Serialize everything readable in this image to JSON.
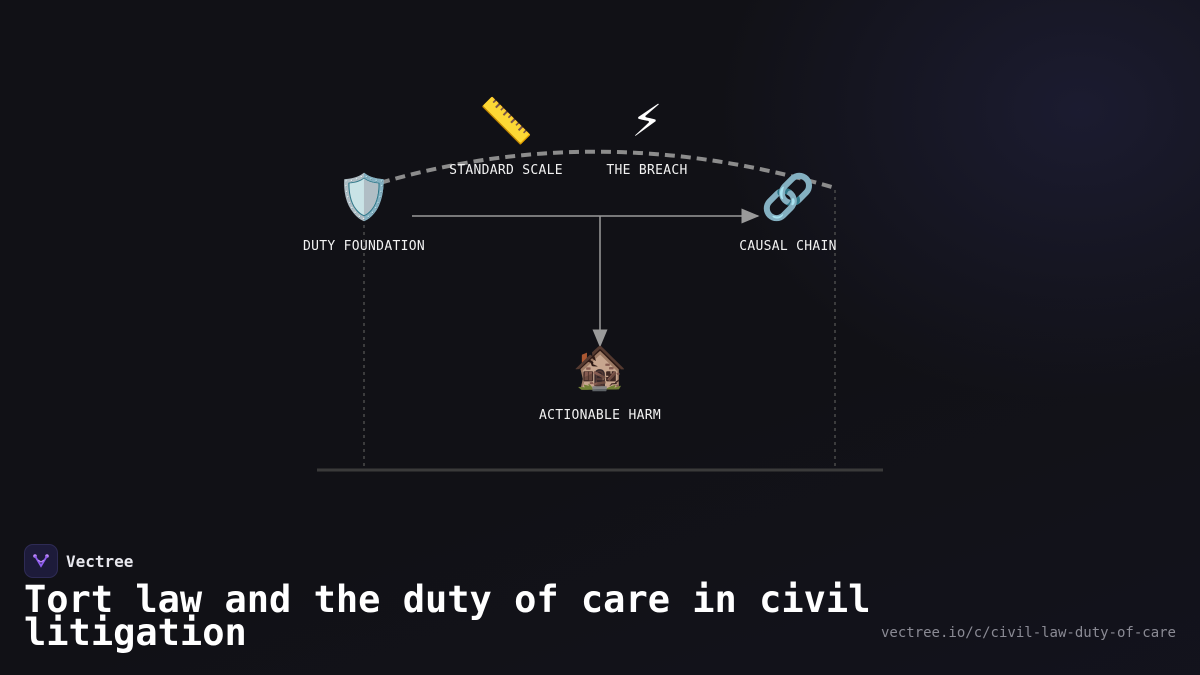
{
  "diagram": {
    "nodes": [
      {
        "id": "duty",
        "icon": "🛡️",
        "icon_name": "shield-icon",
        "label": "DUTY FOUNDATION"
      },
      {
        "id": "standard",
        "icon": "📏",
        "icon_name": "ruler-icon",
        "label": "STANDARD SCALE"
      },
      {
        "id": "breach",
        "icon": "⚡",
        "icon_name": "lightning-icon",
        "label": "THE BREACH"
      },
      {
        "id": "causal",
        "icon": "🔗",
        "icon_name": "link-icon",
        "label": "CAUSAL CHAIN"
      },
      {
        "id": "harm",
        "icon": "🏚️",
        "icon_name": "derelict-house-icon",
        "label": "ACTIONABLE HARM"
      }
    ],
    "edges": [
      {
        "from": "duty",
        "to": "causal",
        "style": "solid-arrow"
      },
      {
        "from": "center",
        "to": "harm",
        "style": "solid-arrow"
      },
      {
        "from": "duty",
        "to": "causal",
        "style": "dashed-arc"
      }
    ],
    "colors": {
      "arc": "#8c8c8c",
      "arrow": "#9a9a9a",
      "baseline": "#3a3a3a"
    }
  },
  "brand": {
    "name": "Vectree"
  },
  "title": "Tort law and the duty of care in civil litigation",
  "url": "vectree.io/c/civil-law-duty-of-care"
}
